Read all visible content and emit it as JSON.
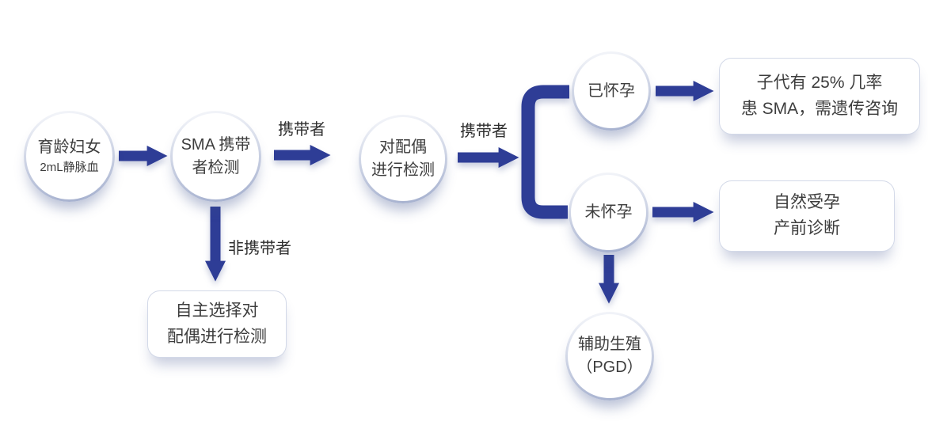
{
  "nodes": {
    "start": {
      "line1": "育龄妇女",
      "line2": "2mL静脉血"
    },
    "sma_test": {
      "line1": "SMA 携带",
      "line2": "者检测"
    },
    "spouse_test": {
      "line1": "对配偶",
      "line2": "进行检测"
    },
    "pregnant": {
      "label": "已怀孕"
    },
    "not_pregnant": {
      "label": "未怀孕"
    },
    "assisted": {
      "line1": "辅助生殖",
      "line2": "（PGD）"
    },
    "risk_box": {
      "line1": "子代有 25% 几率",
      "line2": "患 SMA，需遗传咨询"
    },
    "natural_box": {
      "line1": "自然受孕",
      "line2": "产前诊断"
    },
    "self_choice_box": {
      "line1": "自主选择对",
      "line2": "配偶进行检测"
    }
  },
  "edge_labels": {
    "carrier_1": "携带者",
    "carrier_2": "携带者",
    "non_carrier": "非携带者"
  },
  "colors": {
    "arrow": "#2e3d96",
    "ring_top": "#f1f3f8",
    "ring_bottom": "#a6b1cf",
    "box_border": "#d3d9e8",
    "text": "#3d3d3d"
  }
}
